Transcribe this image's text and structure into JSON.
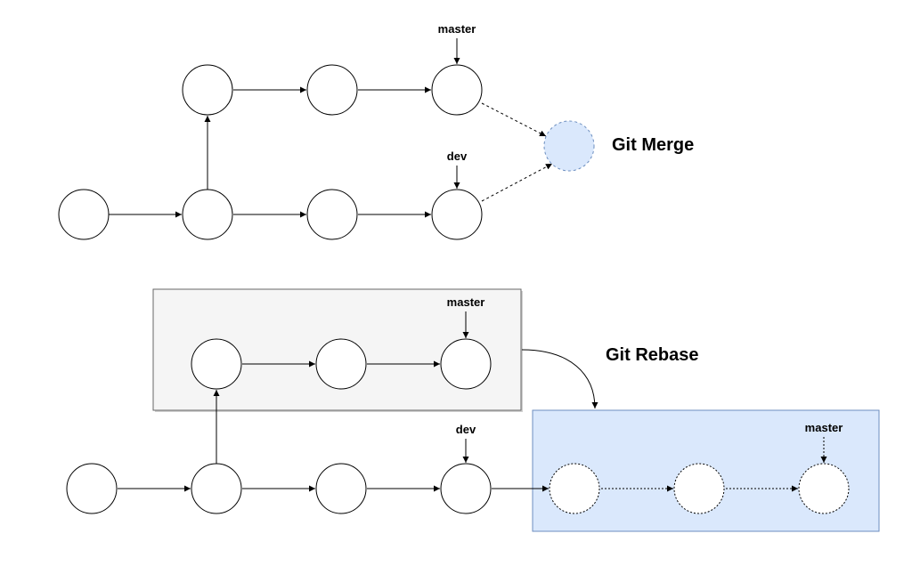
{
  "merge": {
    "title": "Git Merge",
    "master_label": "master",
    "dev_label": "dev",
    "merge_commit_color": "#dae8fc"
  },
  "rebase": {
    "title": "Git Rebase",
    "master_label": "master",
    "dev_label": "dev",
    "rebased_master_label": "master",
    "source_box_color": "#f5f5f5",
    "target_box_color": "#dae8fc",
    "target_box_border": "#6c8ebf"
  }
}
